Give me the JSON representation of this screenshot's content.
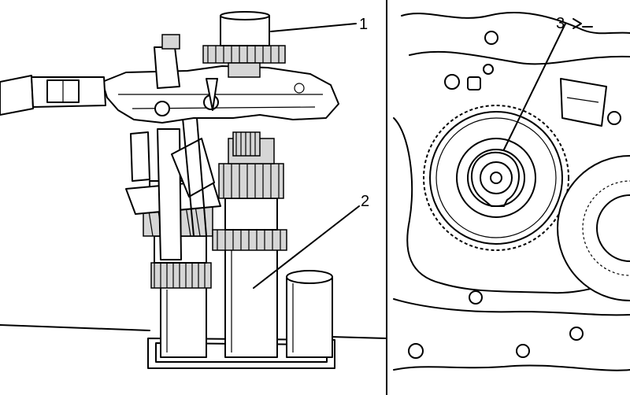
{
  "callouts": [
    {
      "id": "callout-1",
      "text": "1"
    },
    {
      "id": "callout-2",
      "text": "2"
    },
    {
      "id": "callout-3",
      "text": "3"
    }
  ]
}
